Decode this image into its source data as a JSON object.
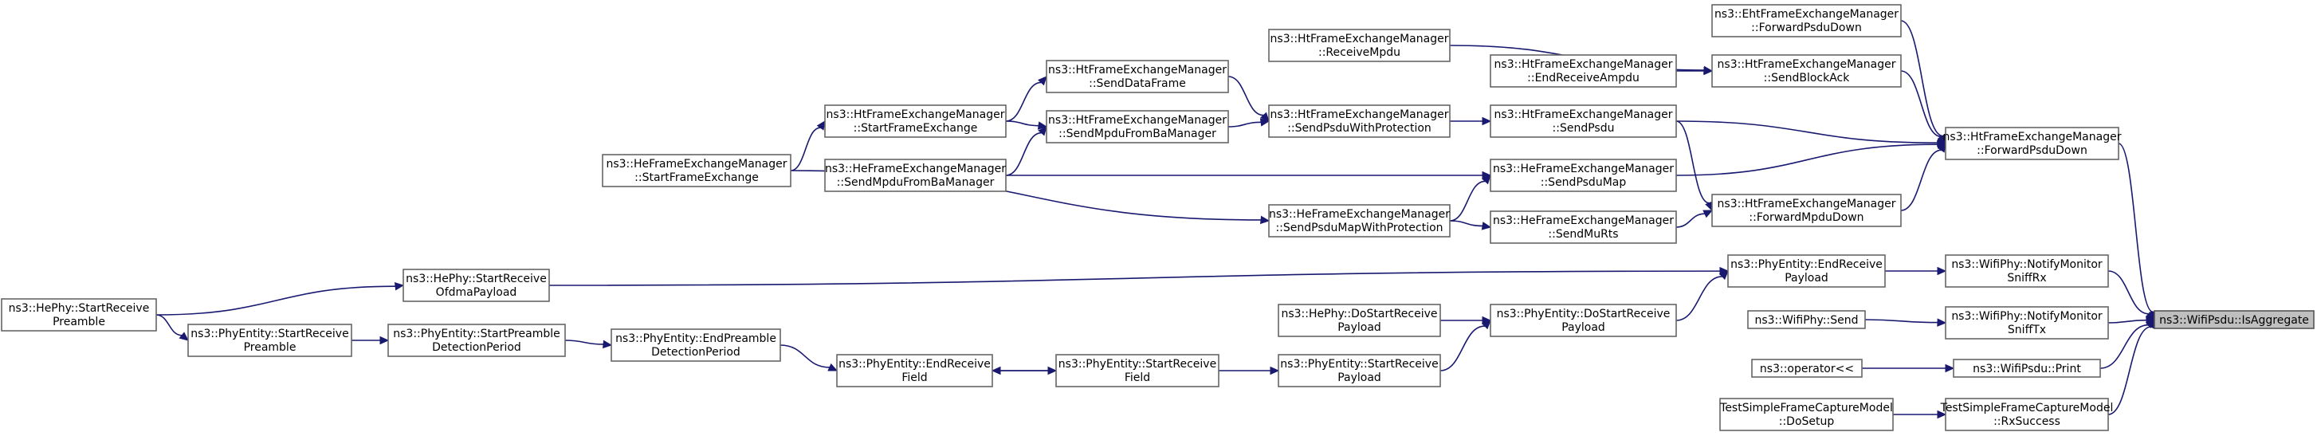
{
  "colors": {
    "edge": "#191970",
    "node_border": "#666666",
    "highlight_fill": "#bfbfbf"
  },
  "nodes": [
    {
      "id": "isagg",
      "lines": [
        "ns3::WifiPsdu::IsAggregate"
      ],
      "highlight": true
    },
    {
      "id": "eht_fwd",
      "lines": [
        "ns3::EhtFrameExchangeManager",
        "::ForwardPsduDown"
      ]
    },
    {
      "id": "ht_sba",
      "lines": [
        "ns3::HtFrameExchangeManager",
        "::SendBlockAck"
      ]
    },
    {
      "id": "ht_fwdpsdu",
      "lines": [
        "ns3::HtFrameExchangeManager",
        "::ForwardPsduDown"
      ]
    },
    {
      "id": "ht_rxmpdu",
      "lines": [
        "ns3::HtFrameExchangeManager",
        "::ReceiveMpdu"
      ]
    },
    {
      "id": "ht_endrxampdu",
      "lines": [
        "ns3::HtFrameExchangeManager",
        "::EndReceiveAmpdu"
      ]
    },
    {
      "id": "ht_sendpsdu",
      "lines": [
        "ns3::HtFrameExchangeManager",
        "::SendPsdu"
      ]
    },
    {
      "id": "ht_sendpsduprot",
      "lines": [
        "ns3::HtFrameExchangeManager",
        "::SendPsduWithProtection"
      ]
    },
    {
      "id": "ht_senddata",
      "lines": [
        "ns3::HtFrameExchangeManager",
        "::SendDataFrame"
      ]
    },
    {
      "id": "ht_sendmpduba",
      "lines": [
        "ns3::HtFrameExchangeManager",
        "::SendMpduFromBaManager"
      ]
    },
    {
      "id": "ht_startfe",
      "lines": [
        "ns3::HtFrameExchangeManager",
        "::StartFrameExchange"
      ]
    },
    {
      "id": "he_startfe",
      "lines": [
        "ns3::HeFrameExchangeManager",
        "::StartFrameExchange"
      ]
    },
    {
      "id": "he_sendmpduba",
      "lines": [
        "ns3::HeFrameExchangeManager",
        "::SendMpduFromBaManager"
      ]
    },
    {
      "id": "he_sendpsdumap",
      "lines": [
        "ns3::HeFrameExchangeManager",
        "::SendPsduMap"
      ]
    },
    {
      "id": "he_sendpsdumapprot",
      "lines": [
        "ns3::HeFrameExchangeManager",
        "::SendPsduMapWithProtection"
      ]
    },
    {
      "id": "he_sendmurts",
      "lines": [
        "ns3::HeFrameExchangeManager",
        "::SendMuRts"
      ]
    },
    {
      "id": "ht_fwdmpdu",
      "lines": [
        "ns3::HtFrameExchangeManager",
        "::ForwardMpduDown"
      ]
    },
    {
      "id": "wp_notifyrx",
      "lines": [
        "ns3::WifiPhy::NotifyMonitor",
        "SniffRx"
      ]
    },
    {
      "id": "pe_endrxpayload",
      "lines": [
        "ns3::PhyEntity::EndReceive",
        "Payload"
      ]
    },
    {
      "id": "hephy_startrxofdma",
      "lines": [
        "ns3::HePhy::StartReceive",
        "OfdmaPayload"
      ]
    },
    {
      "id": "hephy_startrxpreamble",
      "lines": [
        "ns3::HePhy::StartReceive",
        "Preamble"
      ]
    },
    {
      "id": "wp_notifytx",
      "lines": [
        "ns3::WifiPhy::NotifyMonitor",
        "SniffTx"
      ]
    },
    {
      "id": "wp_send",
      "lines": [
        "ns3::WifiPhy::Send"
      ]
    },
    {
      "id": "pe_dostartrxpayload",
      "lines": [
        "ns3::PhyEntity::DoStartReceive",
        "Payload"
      ]
    },
    {
      "id": "hephy_dostartrxpayload",
      "lines": [
        "ns3::HePhy::DoStartReceive",
        "Payload"
      ]
    },
    {
      "id": "pe_startrxpayload",
      "lines": [
        "ns3::PhyEntity::StartReceive",
        "Payload"
      ]
    },
    {
      "id": "pe_startrxfield",
      "lines": [
        "ns3::PhyEntity::StartReceive",
        "Field"
      ]
    },
    {
      "id": "pe_endrxfield",
      "lines": [
        "ns3::PhyEntity::EndReceive",
        "Field"
      ]
    },
    {
      "id": "pe_endpreamble",
      "lines": [
        "ns3::PhyEntity::EndPreamble",
        "DetectionPeriod"
      ]
    },
    {
      "id": "pe_startpreamble",
      "lines": [
        "ns3::PhyEntity::StartPreamble",
        "DetectionPeriod"
      ]
    },
    {
      "id": "pe_startrxpreamble",
      "lines": [
        "ns3::PhyEntity::StartReceive",
        "Preamble"
      ]
    },
    {
      "id": "psdu_print",
      "lines": [
        "ns3::WifiPsdu::Print"
      ]
    },
    {
      "id": "op_shl",
      "lines": [
        "ns3::operator<<"
      ]
    },
    {
      "id": "test_rxsuccess",
      "lines": [
        "TestSimpleFrameCaptureModel",
        "::RxSuccess"
      ]
    },
    {
      "id": "test_dosetup",
      "lines": [
        "TestSimpleFrameCaptureModel",
        "::DoSetup"
      ]
    }
  ],
  "edges": [
    {
      "from": "isagg",
      "to": "ht_fwdpsdu"
    },
    {
      "from": "isagg",
      "to": "wp_notifyrx"
    },
    {
      "from": "isagg",
      "to": "wp_notifytx"
    },
    {
      "from": "isagg",
      "to": "psdu_print"
    },
    {
      "from": "isagg",
      "to": "test_rxsuccess"
    },
    {
      "from": "ht_fwdpsdu",
      "to": "eht_fwd"
    },
    {
      "from": "ht_fwdpsdu",
      "to": "ht_sba"
    },
    {
      "from": "ht_fwdpsdu",
      "to": "ht_sendpsdu"
    },
    {
      "from": "ht_fwdpsdu",
      "to": "he_sendpsdumap"
    },
    {
      "from": "ht_fwdpsdu",
      "to": "ht_fwdmpdu"
    },
    {
      "from": "ht_sba",
      "to": "ht_rxmpdu"
    },
    {
      "from": "ht_sba",
      "to": "ht_endrxampdu"
    },
    {
      "from": "ht_sendpsdu",
      "to": "ht_sendpsduprot"
    },
    {
      "from": "ht_sendpsduprot",
      "to": "ht_senddata"
    },
    {
      "from": "ht_sendpsduprot",
      "to": "ht_sendmpduba"
    },
    {
      "from": "ht_senddata",
      "to": "ht_startfe"
    },
    {
      "from": "ht_sendmpduba",
      "to": "ht_startfe"
    },
    {
      "from": "ht_sendmpduba",
      "to": "he_sendmpduba"
    },
    {
      "from": "ht_startfe",
      "to": "he_startfe"
    },
    {
      "from": "he_sendpsdumap",
      "to": "he_sendmpduba"
    },
    {
      "from": "he_sendpsdumap",
      "to": "he_sendpsdumapprot"
    },
    {
      "from": "he_sendpsdumapprot",
      "to": "he_startfe"
    },
    {
      "from": "ht_fwdmpdu",
      "to": "ht_sendpsdu"
    },
    {
      "from": "ht_fwdmpdu",
      "to": "he_sendmurts"
    },
    {
      "from": "he_sendmurts",
      "to": "he_sendpsdumapprot"
    },
    {
      "from": "wp_notifyrx",
      "to": "pe_endrxpayload"
    },
    {
      "from": "pe_endrxpayload",
      "to": "hephy_startrxofdma"
    },
    {
      "from": "pe_endrxpayload",
      "to": "pe_dostartrxpayload"
    },
    {
      "from": "hephy_startrxofdma",
      "to": "hephy_startrxpreamble"
    },
    {
      "from": "wp_notifytx",
      "to": "wp_send"
    },
    {
      "from": "pe_dostartrxpayload",
      "to": "hephy_dostartrxpayload"
    },
    {
      "from": "pe_dostartrxpayload",
      "to": "pe_startrxpayload"
    },
    {
      "from": "pe_startrxpayload",
      "to": "pe_startrxfield"
    },
    {
      "from": "pe_startrxfield",
      "to": "pe_endrxfield"
    },
    {
      "from": "pe_endrxfield",
      "to": "pe_startrxfield"
    },
    {
      "from": "pe_endrxfield",
      "to": "pe_endpreamble"
    },
    {
      "from": "pe_endpreamble",
      "to": "pe_startpreamble"
    },
    {
      "from": "pe_startpreamble",
      "to": "pe_startrxpreamble"
    },
    {
      "from": "pe_startrxpreamble",
      "to": "hephy_startrxpreamble"
    },
    {
      "from": "psdu_print",
      "to": "op_shl"
    },
    {
      "from": "test_rxsuccess",
      "to": "test_dosetup"
    }
  ]
}
